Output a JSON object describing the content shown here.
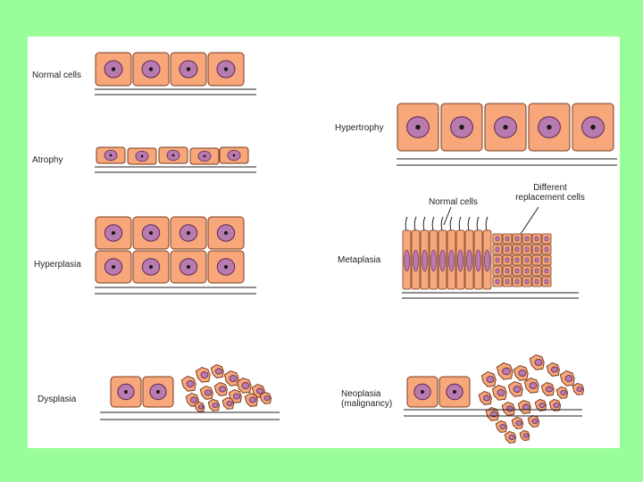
{
  "colors": {
    "background": "#99fd99",
    "panel": "#ffffff",
    "cell_fill": "#f7a77a",
    "cell_stroke": "#7a3b1e",
    "nucleus_fill": "#b97ab0",
    "nucleus_stroke": "#5a2a55",
    "nucleolus": "#1a1a1a",
    "membrane_line": "#222222"
  },
  "labels": {
    "normal_cells": "Normal cells",
    "atrophy": "Atrophy",
    "hyperplasia": "Hyperplasia",
    "dysplasia": "Dysplasia",
    "hypertrophy": "Hypertrophy",
    "metaplasia": "Metaplasia",
    "metaplasia_normal_cells": "Normal cells",
    "different_replacement_cells": "Different replacement cells",
    "neoplasia": "Neoplasia (malignancy)"
  }
}
